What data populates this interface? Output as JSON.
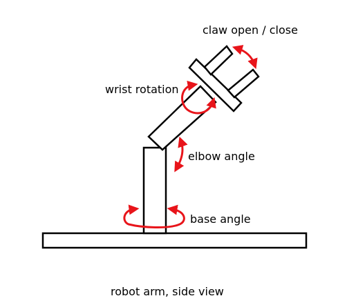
{
  "labels": {
    "claw": "claw open / close",
    "wrist": "wrist rotation",
    "elbow": "elbow angle",
    "base": "base angle",
    "caption": "robot arm, side view"
  },
  "colors": {
    "outline": "#000000",
    "motion_arrows": "#e8141a",
    "background": "#ffffff"
  }
}
